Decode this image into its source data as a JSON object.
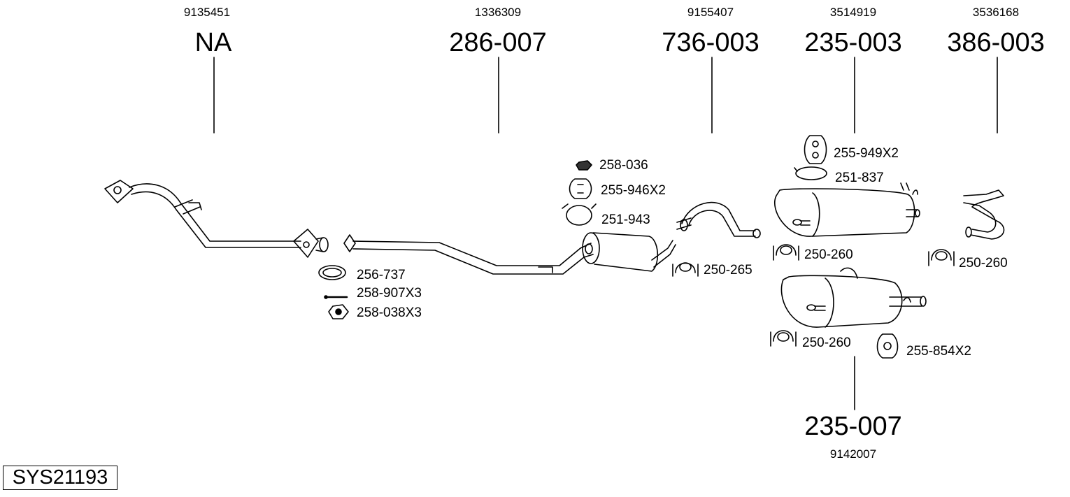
{
  "diagram_title": "SYS21193",
  "parts": [
    {
      "oe_number": "9135451",
      "part_number": "NA"
    },
    {
      "oe_number": "1336309",
      "part_number": "286-007"
    },
    {
      "oe_number": "9155407",
      "part_number": "736-003"
    },
    {
      "oe_number": "3514919",
      "part_number": "235-003"
    },
    {
      "oe_number": "3536168",
      "part_number": "386-003"
    },
    {
      "oe_number": "9142007",
      "part_number": "235-007"
    }
  ],
  "accessories": [
    {
      "label": "256-737"
    },
    {
      "label": "258-907X3"
    },
    {
      "label": "258-038X3"
    },
    {
      "label": "258-036"
    },
    {
      "label": "255-946X2"
    },
    {
      "label": "251-943"
    },
    {
      "label": "250-265"
    },
    {
      "label": "255-949X2"
    },
    {
      "label": "251-837"
    },
    {
      "label": "250-260"
    },
    {
      "label": "250-260"
    },
    {
      "label": "250-260"
    },
    {
      "label": "255-854X2"
    }
  ]
}
